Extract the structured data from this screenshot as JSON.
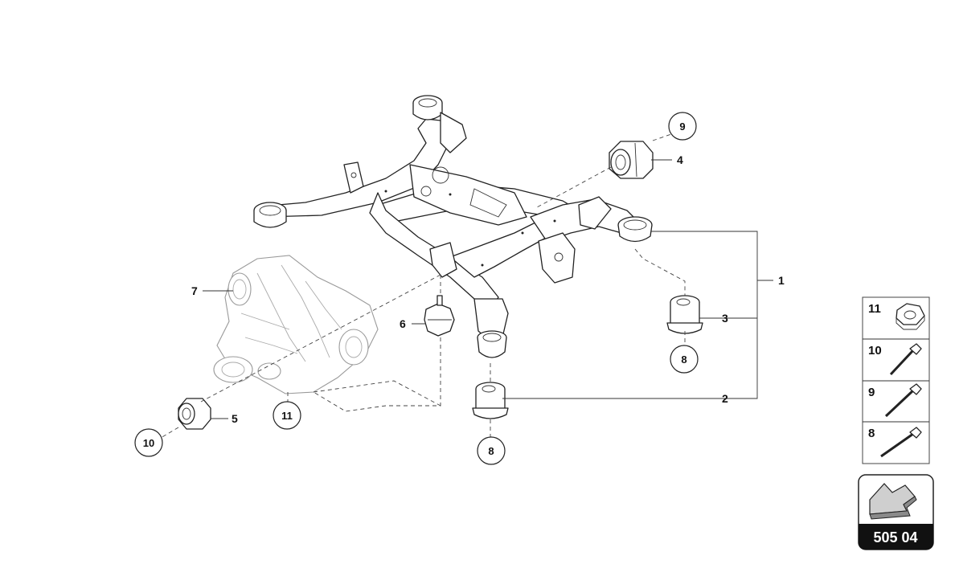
{
  "diagram": {
    "callouts": [
      {
        "id": "c1",
        "label": "1"
      },
      {
        "id": "c2",
        "label": "2"
      },
      {
        "id": "c3",
        "label": "3"
      },
      {
        "id": "c4",
        "label": "4"
      },
      {
        "id": "c5",
        "label": "5"
      },
      {
        "id": "c6",
        "label": "6"
      },
      {
        "id": "c7",
        "label": "7"
      }
    ],
    "circled_refs": [
      {
        "id": "r9_top",
        "label": "9"
      },
      {
        "id": "r8_right",
        "label": "8"
      },
      {
        "id": "r8_bottom",
        "label": "8"
      },
      {
        "id": "r11",
        "label": "11"
      },
      {
        "id": "r10",
        "label": "10"
      }
    ],
    "fastener_panel": [
      {
        "label": "11",
        "icon": "nut-icon"
      },
      {
        "label": "10",
        "icon": "bolt-icon"
      },
      {
        "label": "9",
        "icon": "bolt-icon"
      },
      {
        "label": "8",
        "icon": "bolt-icon"
      }
    ],
    "reference_tag": {
      "label": "505 04",
      "icon": "arrow-icon"
    }
  }
}
